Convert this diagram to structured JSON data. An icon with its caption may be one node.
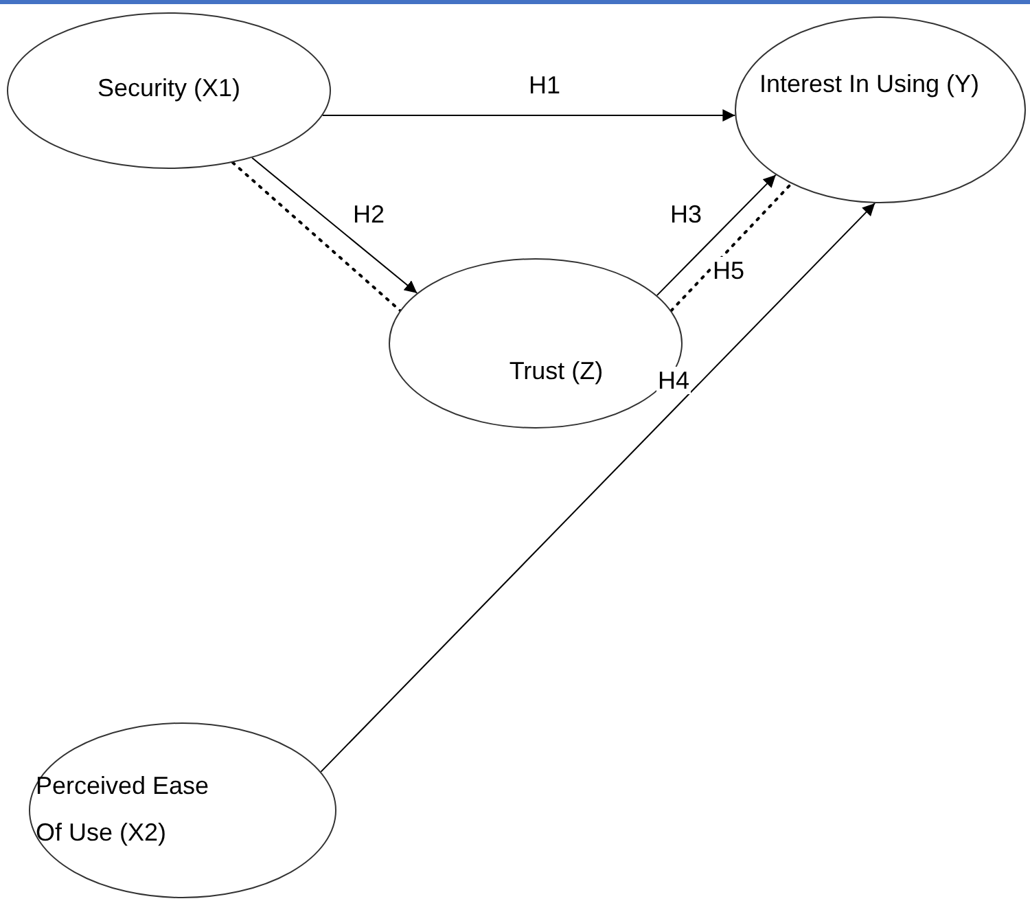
{
  "diagram": {
    "nodes": [
      {
        "text": [
          "Security (X1)"
        ]
      },
      {
        "text": [
          "Interest In Using (Y)"
        ]
      },
      {
        "text": [
          "Trust (Z)"
        ]
      },
      {
        "text": [
          "Perceived Ease Of Use (X2)"
        ]
      }
    ],
    "edges": [
      {
        "from": 0,
        "to": 1,
        "arrow": "to",
        "label": "H1"
      },
      {
        "from": 0,
        "to": 2,
        "arrow": "to",
        "label": "H2"
      },
      {
        "from": 0,
        "to": 2,
        "arrow": "none",
        "style": "dashed"
      },
      {
        "from": 2,
        "to": 1,
        "arrow": "to",
        "label": "H3"
      },
      {
        "from": 2,
        "to": 1,
        "arrow": "none",
        "style": "dashed",
        "label": "H5"
      },
      {
        "from": 3,
        "to": 1,
        "arrow": "to",
        "label": "H4"
      }
    ]
  }
}
